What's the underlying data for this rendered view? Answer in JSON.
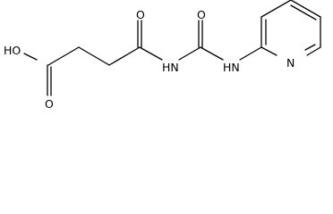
{
  "molecule": {
    "atom_labels": {
      "hydroxyl": "HO",
      "carboxyl_oxygen": "O",
      "amide_oxygen": "O",
      "urea_oxygen": "O",
      "imide_nitrogen": "HN",
      "urea_nitrogen": "HN",
      "pyridine_nitrogen": "N"
    }
  }
}
